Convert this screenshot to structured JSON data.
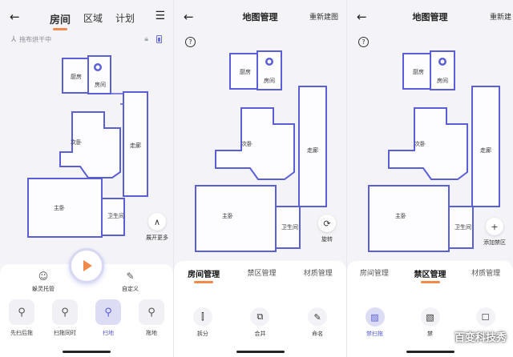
{
  "screen1": {
    "tabs": [
      "房间",
      "区域",
      "计划"
    ],
    "status": "拖布烘干中",
    "rooms": {
      "kitchen": "厨房",
      "room": "房间",
      "bedroom2": "次卧",
      "corridor": "走廊",
      "master": "主卧",
      "bathroom": "卫生间"
    },
    "expand_more": "展开更多",
    "panel": {
      "left_label": "躲灵托管",
      "right_label": "自定义",
      "modes": [
        "先扫后拖",
        "扫拖同时",
        "扫地",
        "拖地"
      ],
      "selected_mode_index": 2
    }
  },
  "screen2": {
    "title": "地图管理",
    "rebuild": "重新建图",
    "rooms": {
      "kitchen": "厨房",
      "room": "房间",
      "bedroom2": "次卧",
      "corridor": "走廊",
      "master": "主卧",
      "bathroom": "卫生间"
    },
    "rotate": "旋转",
    "panel_tabs": [
      "房间管理",
      "禁区管理",
      "材质管理"
    ],
    "active_tab_index": 0,
    "tools": [
      "拆分",
      "合并",
      "命名"
    ]
  },
  "screen3": {
    "title": "地图管理",
    "rebuild": "重新建",
    "rooms": {
      "kitchen": "厨房",
      "room": "房间",
      "bedroom2": "次卧",
      "corridor": "走廊",
      "master": "主卧",
      "bathroom": "卫生间"
    },
    "add_zone": "添加禁区",
    "panel_tabs": [
      "房间管理",
      "禁区管理",
      "材质管理"
    ],
    "active_tab_index": 1,
    "tools": [
      "禁扫拖",
      "禁"
    ],
    "watermark": "百变科技秀"
  },
  "colors": {
    "accent": "#f08a4b",
    "wall": "#5a5fd6",
    "selected": "#5a5fd6"
  }
}
